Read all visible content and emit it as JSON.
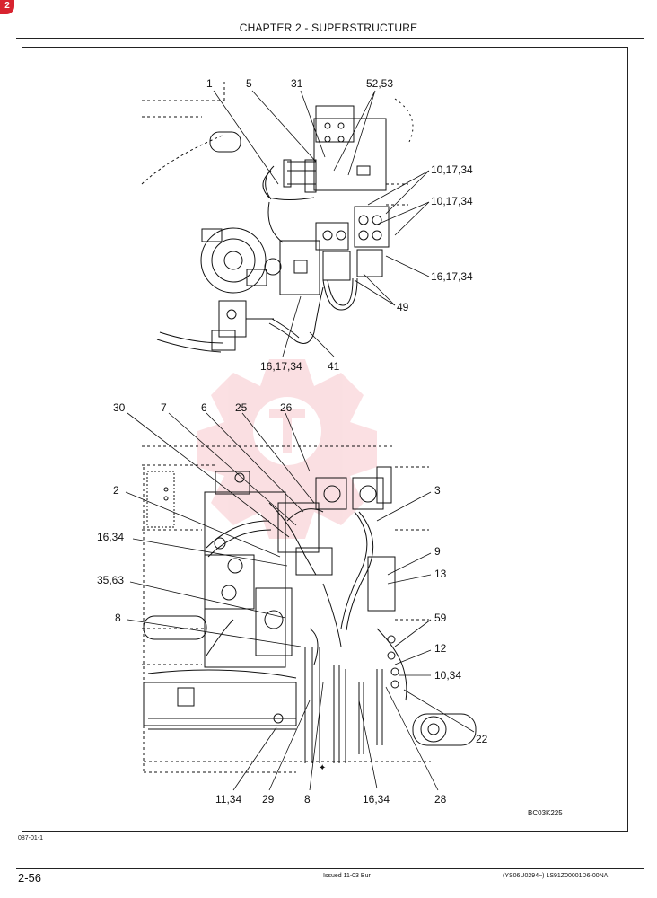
{
  "corner_badge": "2",
  "header": {
    "title": "CHAPTER 2 - SUPERSTRUCTURE"
  },
  "figure": {
    "top_view_callouts": [
      "1",
      "5",
      "31",
      "52,53",
      "10,17,34",
      "10,17,34",
      "16,17,34",
      "49",
      "16,17,34",
      "41"
    ],
    "bottom_view_callouts": [
      "30",
      "7",
      "6",
      "25",
      "26",
      "3",
      "2",
      "16,34",
      "9",
      "13",
      "35,63",
      "8",
      "59",
      "12",
      "10,34",
      "22",
      "11,34",
      "29",
      "8",
      "16,34",
      "28"
    ],
    "figure_code": "BC03K225",
    "ref_code": "087-01-1"
  },
  "footer": {
    "page_number": "2-56",
    "issued": "Issued 11-03   Bur",
    "doc_ref": "(YS06U0294~)   LS91Z00001D6-00NA"
  }
}
